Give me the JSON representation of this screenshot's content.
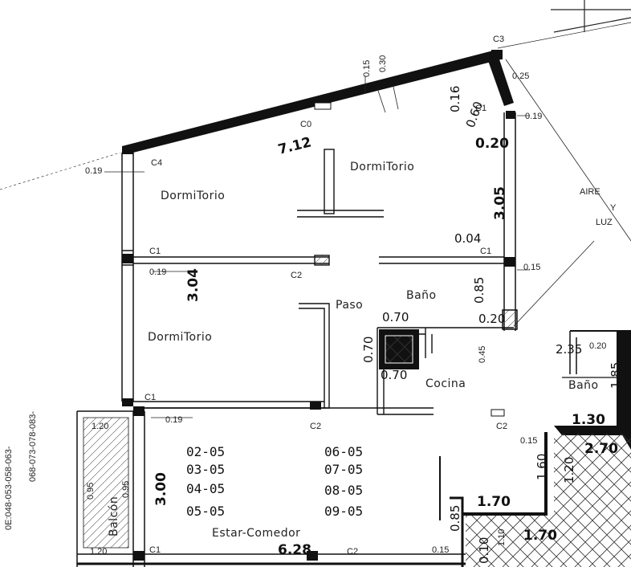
{
  "rooms": {
    "dormitorio_1": "DormiTorio",
    "dormitorio_2": "DormiTorio",
    "dormitorio_3": "DormiTorio",
    "bano_1": "Baño",
    "bano_2": "Baño",
    "paso": "Paso",
    "cocina": "Cocina",
    "estar_comedor": "Estar-Comedor",
    "balcon": "Balcón"
  },
  "columns": {
    "c3": "C3",
    "c0": "C0",
    "c4": "C4",
    "c1_a": "C1",
    "c1_b": "C1",
    "c1_c": "C1",
    "c1_d": "C1",
    "c1_e": "C1",
    "c2_a": "C2",
    "c2_b": "C2",
    "c2_c": "C2",
    "c2_d": "C2"
  },
  "dimensions": {
    "d_7_12": "7.12",
    "d_0_20_top": "0.20",
    "d_3_05": "3.05",
    "d_0_04": "0.04",
    "d_0_15_top": "0.15",
    "d_0_30": "0.30",
    "d_0_25": "0.25",
    "d_0_19_a": "0.19",
    "d_0_19_b": "0.19",
    "d_0_19_c": "0.19",
    "d_0_19_d": "0.19",
    "d_0_15_r": "0.15",
    "d_3_04": "3.04",
    "d_0_85": "0.85",
    "d_0_70_a": "0.70",
    "d_0_70_b": "0.70",
    "d_0_70_c": "0.70",
    "d_0_20_b": "0.20",
    "d_0_45": "0.45",
    "d_2_35": "2.35",
    "d_0_20_c": "0.20",
    "d_1_85": "1.85",
    "d_1_30": "1.30",
    "d_0_15_c": "0.15",
    "d_2_70": "2.70",
    "d_1_60": "1.60",
    "d_1_20_v": "1.20",
    "d_1_70_a": "1.70",
    "d_1_70_b": "1.70",
    "d_0_85_c": "0.85",
    "d_1_20_a": "1.20",
    "d_1_20_b": "1.20",
    "d_0_95_a": "0.95",
    "d_0_95_b": "0.95",
    "d_3_00": "3.00",
    "d_6_28": "6.28",
    "d_0_15_b": "0.15",
    "d_1_10": "1.10",
    "d_0_10": "0.10",
    "d_0_60": "0.60",
    "d_0_16": "0.16"
  },
  "unit_codes": {
    "col1": [
      "02-05",
      "03-05",
      "04-05",
      "05-05"
    ],
    "col2": [
      "06-05",
      "07-05",
      "08-05",
      "09-05"
    ]
  },
  "side_codes": {
    "line1": "0E:048-053-058-063-",
    "line2": "068-073-078-083-"
  },
  "annotation": {
    "aire_line1": "AIRE",
    "aire_line2": "Y",
    "aire_line3": "LUZ"
  }
}
